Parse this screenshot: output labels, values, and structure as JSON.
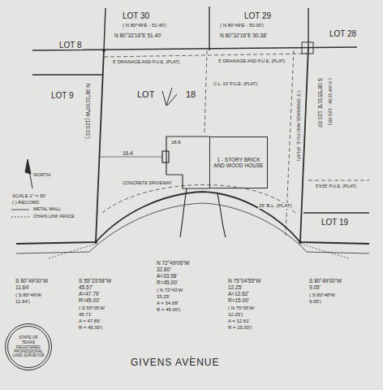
{
  "diagram": {
    "nodes": [
      {
        "text": [
          "1 - STORY BRICK AND WOOD HOUSE"
        ]
      },
      {
        "text": [
          "STATE OF TEXAS",
          "REGISTERED PROFESSIONAL LAND SURVEYOR"
        ]
      }
    ],
    "labels": [
      "LOT 30",
      "LOT 29",
      "LOT 28",
      "LOT 8",
      "LOT 9",
      "LOT",
      "18",
      "LOT 19",
      "( N 80°49'E - 51.40')",
      "N 80°32'16\"E 51.40'",
      "( N 80°49'E - 50.00')",
      "N 80°32'16\"E 50.38'",
      "5' DRAINAGE AND P.U.E. (PLAT)",
      "5' DRAINAGE AND P.U.E. (PLAT)",
      "N 08°31'00\"W (120.01')",
      "S 08°55'31\"E 120.00'",
      "( S 09°11'W - 120.00')",
      "7.5' DRAINAGE AND P.U.E. (PLAT)",
      "C.L. 10' P.U.E. (PLAT)",
      "NORTH",
      "SCALE 1\" = 30'",
      "( ) RECORD",
      "METAL WALL",
      "CHAIN LINK FENCE",
      "CONCRETE DRIVEWAY",
      "25' B.L. (PLAT)",
      "5'X35' P.U.E. (PLAT)",
      "16.4",
      "18.8",
      "GIVENS AVENUE",
      "S 80°49'00\"W",
      "11.64'",
      "( S 80°49'W",
      "11.64')",
      "S 55°23'08\"W",
      "45.57'",
      "A=47.79'",
      "R=45.00'",
      "( S 55°05'W",
      "45.71'",
      "A = 47.85'",
      "R = 45.00')",
      "N 72°49'06\"W",
      "32.80'",
      "A=33.58'",
      "R=45.00'",
      "( N 72°43'W",
      "33.25'",
      "A = 34.08'",
      "R = 45.00')",
      "N 75°04'55\"W",
      "12.25'",
      "A=12.62'",
      "R=15.00'",
      "( N 75°05'W",
      "12.25')",
      "A = 12.61'",
      "R = 15.00')",
      "S 80°49'00\"W",
      "9.05'",
      "( S 80°48'W",
      "9.05')"
    ]
  }
}
